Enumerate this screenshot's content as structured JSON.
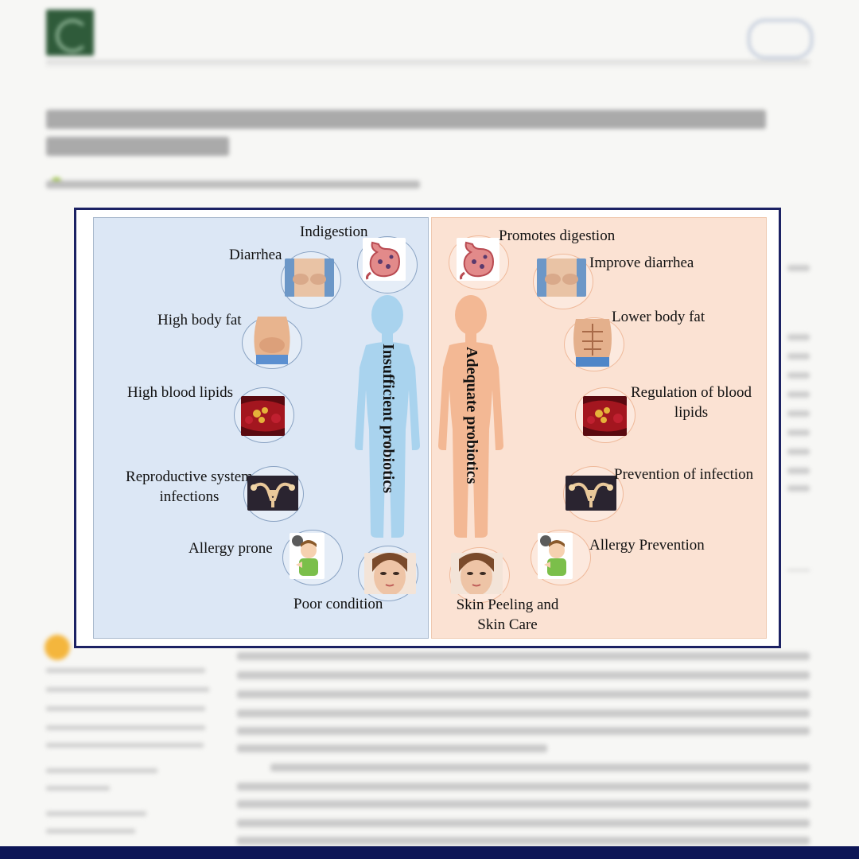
{
  "figure": {
    "left_panel": {
      "vertical_title": "Insufficient probiotics",
      "items": [
        {
          "label": "Indigestion",
          "icon": "stomach-icon"
        },
        {
          "label": "Diarrhea",
          "icon": "abdomen-pain-icon"
        },
        {
          "label": "High body fat",
          "icon": "belly-fat-icon"
        },
        {
          "label": "High blood lipids",
          "icon": "blood-vessel-icon"
        },
        {
          "label": "Reproductive system infections",
          "line1": "Reproductive system",
          "line2": "infections",
          "icon": "uterus-icon"
        },
        {
          "label": "Allergy prone",
          "icon": "allergy-child-icon"
        },
        {
          "label": "Poor condition",
          "icon": "face-icon"
        }
      ]
    },
    "right_panel": {
      "vertical_title": "Adequate probiotics",
      "items": [
        {
          "label": "Promotes digestion",
          "icon": "stomach-icon"
        },
        {
          "label": "Improve diarrhea",
          "icon": "abdomen-pain-icon"
        },
        {
          "label": "Lower body fat",
          "icon": "muscular-abdomen-icon"
        },
        {
          "label": "Regulation of blood lipids",
          "line1": "Regulation of blood",
          "line2": "lipids",
          "icon": "blood-vessel-icon"
        },
        {
          "label": "Prevention of infection",
          "icon": "uterus-icon"
        },
        {
          "label": "Allergy Prevention",
          "icon": "allergy-child-icon"
        },
        {
          "label": "Skin Peeling and Skin Care",
          "line1": "Skin Peeling and",
          "line2": "Skin Care",
          "icon": "face-icon"
        }
      ]
    },
    "colors": {
      "left_panel_bg": "#dce7f5",
      "right_panel_bg": "#fbe2d3",
      "left_silhouette": "#a9d3ee",
      "right_silhouette": "#f3b894",
      "frame": "#1c2264"
    }
  }
}
